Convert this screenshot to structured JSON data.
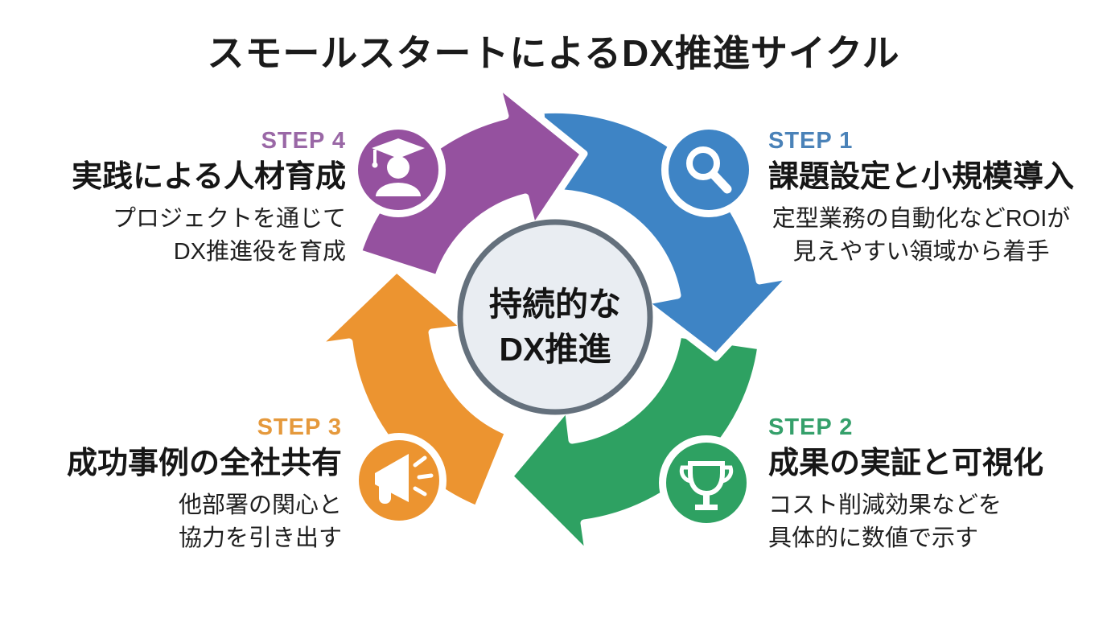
{
  "title": "スモールスタートによるDX推進サイクル",
  "center": {
    "line1": "持続的な",
    "line2": "DX推進"
  },
  "colors": {
    "background": "#FFFFFF",
    "center_fill": "#E9EDF2",
    "center_border": "#64707C",
    "icon_glyph": "#FFFFFF"
  },
  "steps": [
    {
      "label": "STEP 1",
      "title": "課題設定と小規模導入",
      "desc_line1": "定型業務の自動化などROIが",
      "desc_line2": "見えやすい領域から着手",
      "arrow_color": "#3E84C5",
      "label_color": "#4A82B8",
      "icon": "magnifier-icon"
    },
    {
      "label": "STEP 2",
      "title": "成果の実証と可視化",
      "desc_line1": "コスト削減効果などを",
      "desc_line2": "具体的に数値で示す",
      "arrow_color": "#2EA162",
      "label_color": "#35A06B",
      "icon": "trophy-icon"
    },
    {
      "label": "STEP 3",
      "title": "成功事例の全社共有",
      "desc_line1": "他部署の関心と",
      "desc_line2": "協力を引き出す",
      "arrow_color": "#EC9430",
      "label_color": "#E5993C",
      "icon": "megaphone-icon"
    },
    {
      "label": "STEP 4",
      "title": "実践による人材育成",
      "desc_line1": "プロジェクトを通じて",
      "desc_line2": "DX推進役を育成",
      "arrow_color": "#95519F",
      "label_color": "#9A68A6",
      "icon": "graduate-icon"
    }
  ]
}
